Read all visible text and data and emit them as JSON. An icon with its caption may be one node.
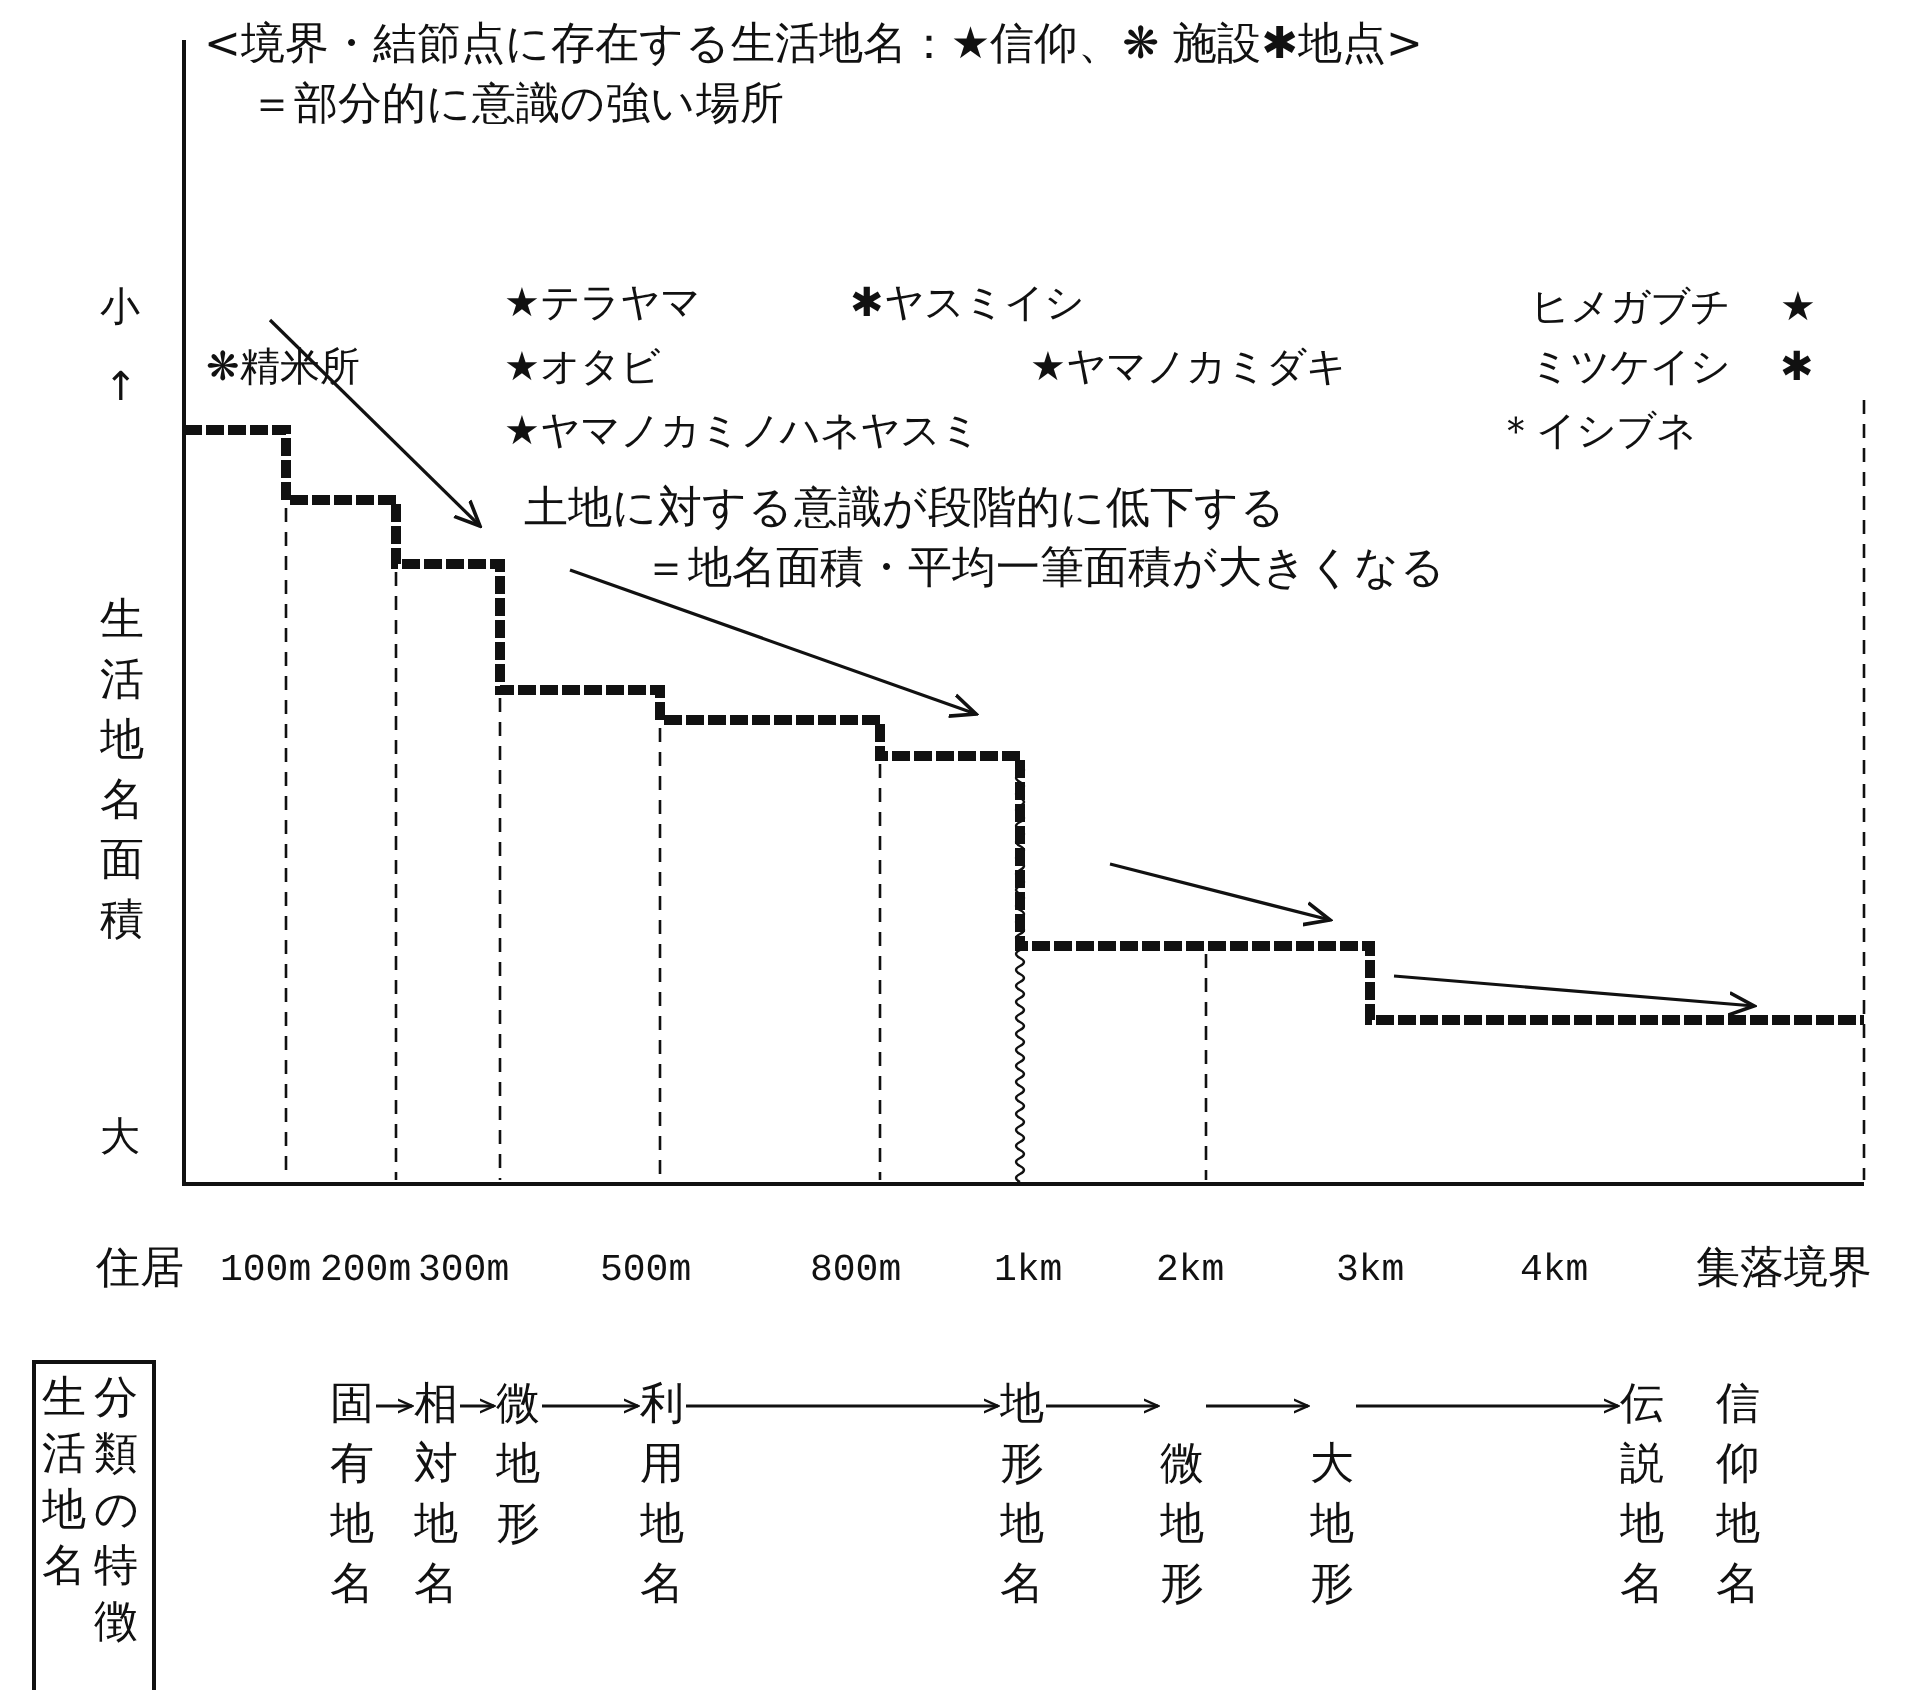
{
  "diagram": {
    "title": "<境界・結節点に存在する生活地名：★信仰、❋ 施設✱地点>",
    "nodes": [
      {
        "text": [
          "生活地名",
          "分類の特徴"
        ]
      },
      {
        "text": [
          "固有地名"
        ]
      },
      {
        "text": [
          "相対地名"
        ]
      },
      {
        "text": [
          "微地形"
        ]
      },
      {
        "text": [
          "利用地名"
        ]
      },
      {
        "text": [
          "地形地名"
        ]
      },
      {
        "text": [
          "微地形"
        ]
      },
      {
        "text": [
          "大地形"
        ]
      },
      {
        "text": [
          "伝説地名"
        ]
      },
      {
        "text": [
          "信仰地名"
        ]
      }
    ],
    "edges": [
      {
        "from": 1,
        "to": 2,
        "arrow": "to"
      },
      {
        "from": 2,
        "to": 3,
        "arrow": "to"
      },
      {
        "from": 3,
        "to": 4,
        "arrow": "to"
      },
      {
        "from": 4,
        "to": 5,
        "arrow": "to"
      },
      {
        "from": 5,
        "to": 6,
        "arrow": "to"
      },
      {
        "from": 6,
        "to": 7,
        "arrow": "to"
      },
      {
        "from": 7,
        "to": 8,
        "arrow": "to"
      }
    ],
    "labels": [
      "＝部分的に意識の強い場所",
      "小",
      "★テラヤマ",
      "✱ヤスミイシ",
      "ヒメガブチ",
      "★",
      "❋精米所",
      "★オタビ",
      "★ヤマノカミダキ",
      "ミツケイシ",
      "✱",
      "↑",
      "★ヤマノカミノハネヤスミ",
      "＊イシブネ",
      "土地に対する意識が段階的に低下する",
      "＝地名面積・平均一筆面積が大きくなる",
      "生活地名面積",
      "大",
      "住居",
      "100m",
      "200m",
      "300m",
      "500m",
      "800m",
      "1km",
      "2km",
      "3km",
      "4km",
      "集落境界"
    ]
  }
}
